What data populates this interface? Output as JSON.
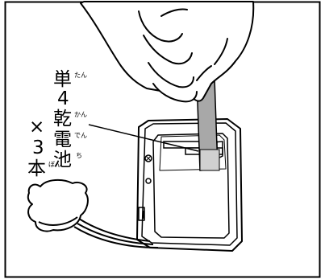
{
  "label": {
    "line1": "単",
    "line2": "4",
    "line3": "乾",
    "line4": "電",
    "line5": "池",
    "line6": "×",
    "line7": "3",
    "line8": "本",
    "ruby_tan": "たん",
    "ruby_kan": "かん",
    "ruby_den": "でん",
    "ruby_chi": "ち",
    "ruby_hon": "ぼん"
  }
}
